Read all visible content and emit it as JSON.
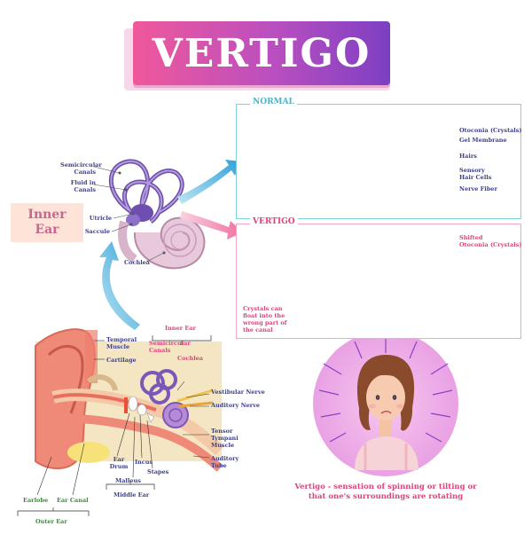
{
  "title": "VERTIGO",
  "inner_ear_box": {
    "line1": "Inner",
    "line2": "Ear"
  },
  "inner_ear_labels": {
    "semicircular_canals": "Semicircular\nCanals",
    "fluid_in_canals": "Fluid in\nCanals",
    "utricle": "Utricle",
    "saccule": "Saccule",
    "cochlea": "Cochlea"
  },
  "normal_panel": {
    "title": "NORMAL",
    "labels": [
      "Otoconia (Crystals)",
      "Gel Membrane",
      "Hairs",
      "Sensory\nHair Cells",
      "Nerve Fiber"
    ]
  },
  "vertigo_panel": {
    "title": "VERTIGO",
    "label_shifted": "Shifted\nOtoconia (Crystals)",
    "note": "Crystals can\nfloat into the\nwrong part of\nthe canal"
  },
  "ear_anatomy": {
    "inner_ear": "Inner Ear",
    "temporal_muscle": "Temporal\nMuscle",
    "cartilage": "Cartilage",
    "semicircular_canals": "Semicircular\nCanals",
    "cochlea": "Cochlea",
    "vestibular_nerve": "Vestibular Nerve",
    "auditory_nerve": "Auditory Nerve",
    "tensor_tympani": "Tensor\nTympani\nMuscle",
    "auditory_tube": "Auditory\nTube",
    "ear_drum": "Ear\nDrum",
    "incus": "Incus",
    "stapes": "Stapes",
    "malleus": "Malleus",
    "middle_ear": "Middle Ear",
    "earlobe": "Earlobe",
    "ear_canal": "Ear Canal",
    "outer_ear": "Outer Ear"
  },
  "definition": "Vertigo - sensation of spinning or tilting or\nthat one's surroundings are rotating",
  "colors": {
    "banner_start": "#f0589a",
    "banner_end": "#7d3fc2",
    "normal_border": "#7fd3de",
    "vertigo_border": "#f3a6c2",
    "label_blue": "#3c3f8c",
    "label_pink": "#e2407e",
    "label_green": "#3a8a3a"
  }
}
